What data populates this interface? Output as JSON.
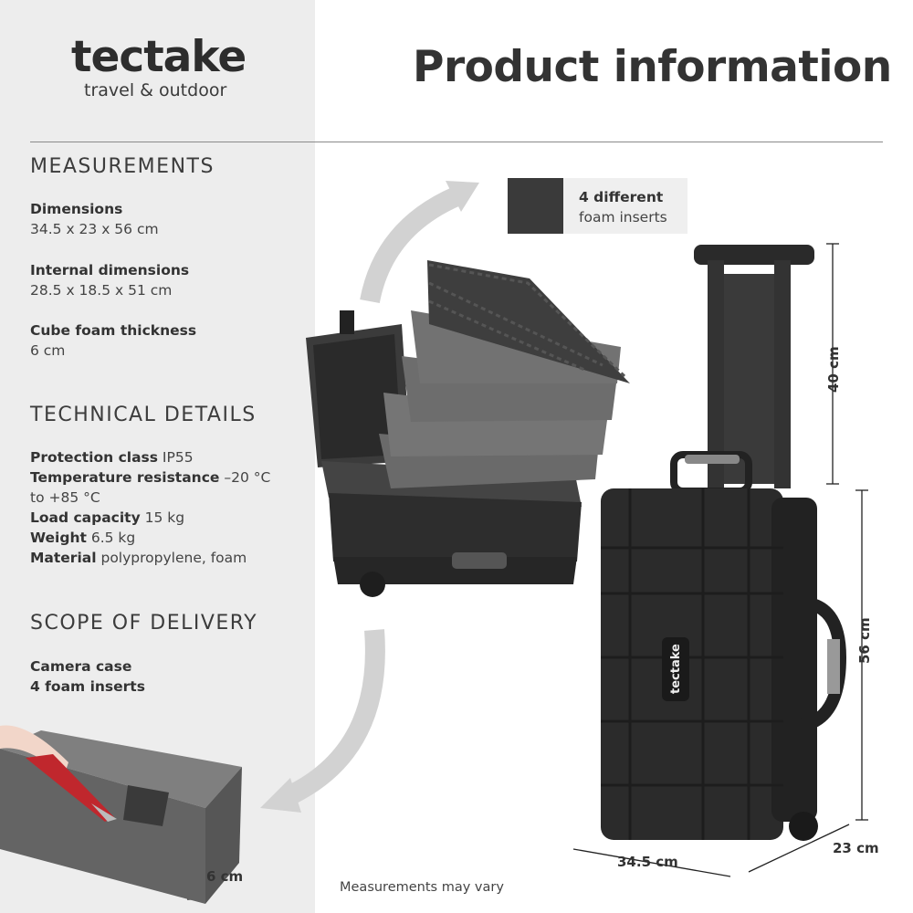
{
  "brand": {
    "name": "tectake",
    "tagline": "travel & outdoor"
  },
  "page_title": "Product information",
  "measurements": {
    "heading": "MEASUREMENTS",
    "dimensions_label": "Dimensions",
    "dimensions_value": "34.5 x 23 x 56 cm",
    "internal_label": "Internal dimensions",
    "internal_value": "28.5 x 18.5 x 51 cm",
    "foam_label": "Cube foam thickness",
    "foam_value": "6 cm"
  },
  "technical": {
    "heading": "TECHNICAL DETAILS",
    "protection_label": "Protection class",
    "protection_value": "IP55",
    "temperature_label": "Temperature resistance",
    "temperature_value": "–20 °C",
    "temperature_value_2": "to +85 °C",
    "load_label": "Load capacity",
    "load_value": "15 kg",
    "weight_label": "Weight",
    "weight_value": "6.5 kg",
    "material_label": "Material",
    "material_value": "polypropylene, foam"
  },
  "scope": {
    "heading": "SCOPE OF DELIVERY",
    "item_1": "Camera case",
    "item_2": "4 foam inserts"
  },
  "foam_badge": {
    "line_1": "4 different",
    "line_2": "foam inserts"
  },
  "dimension_labels": {
    "handle": "40 cm",
    "height": "56 cm",
    "width": "34.5 cm",
    "depth": "23 cm",
    "foam": "6 cm"
  },
  "case_logo": "tectake",
  "footnote": "Measurements may vary",
  "colors": {
    "panel": "#ededed",
    "case": "#2b2b2b",
    "foam": "#6e6e6e",
    "arrow": "#d2d2d2"
  }
}
